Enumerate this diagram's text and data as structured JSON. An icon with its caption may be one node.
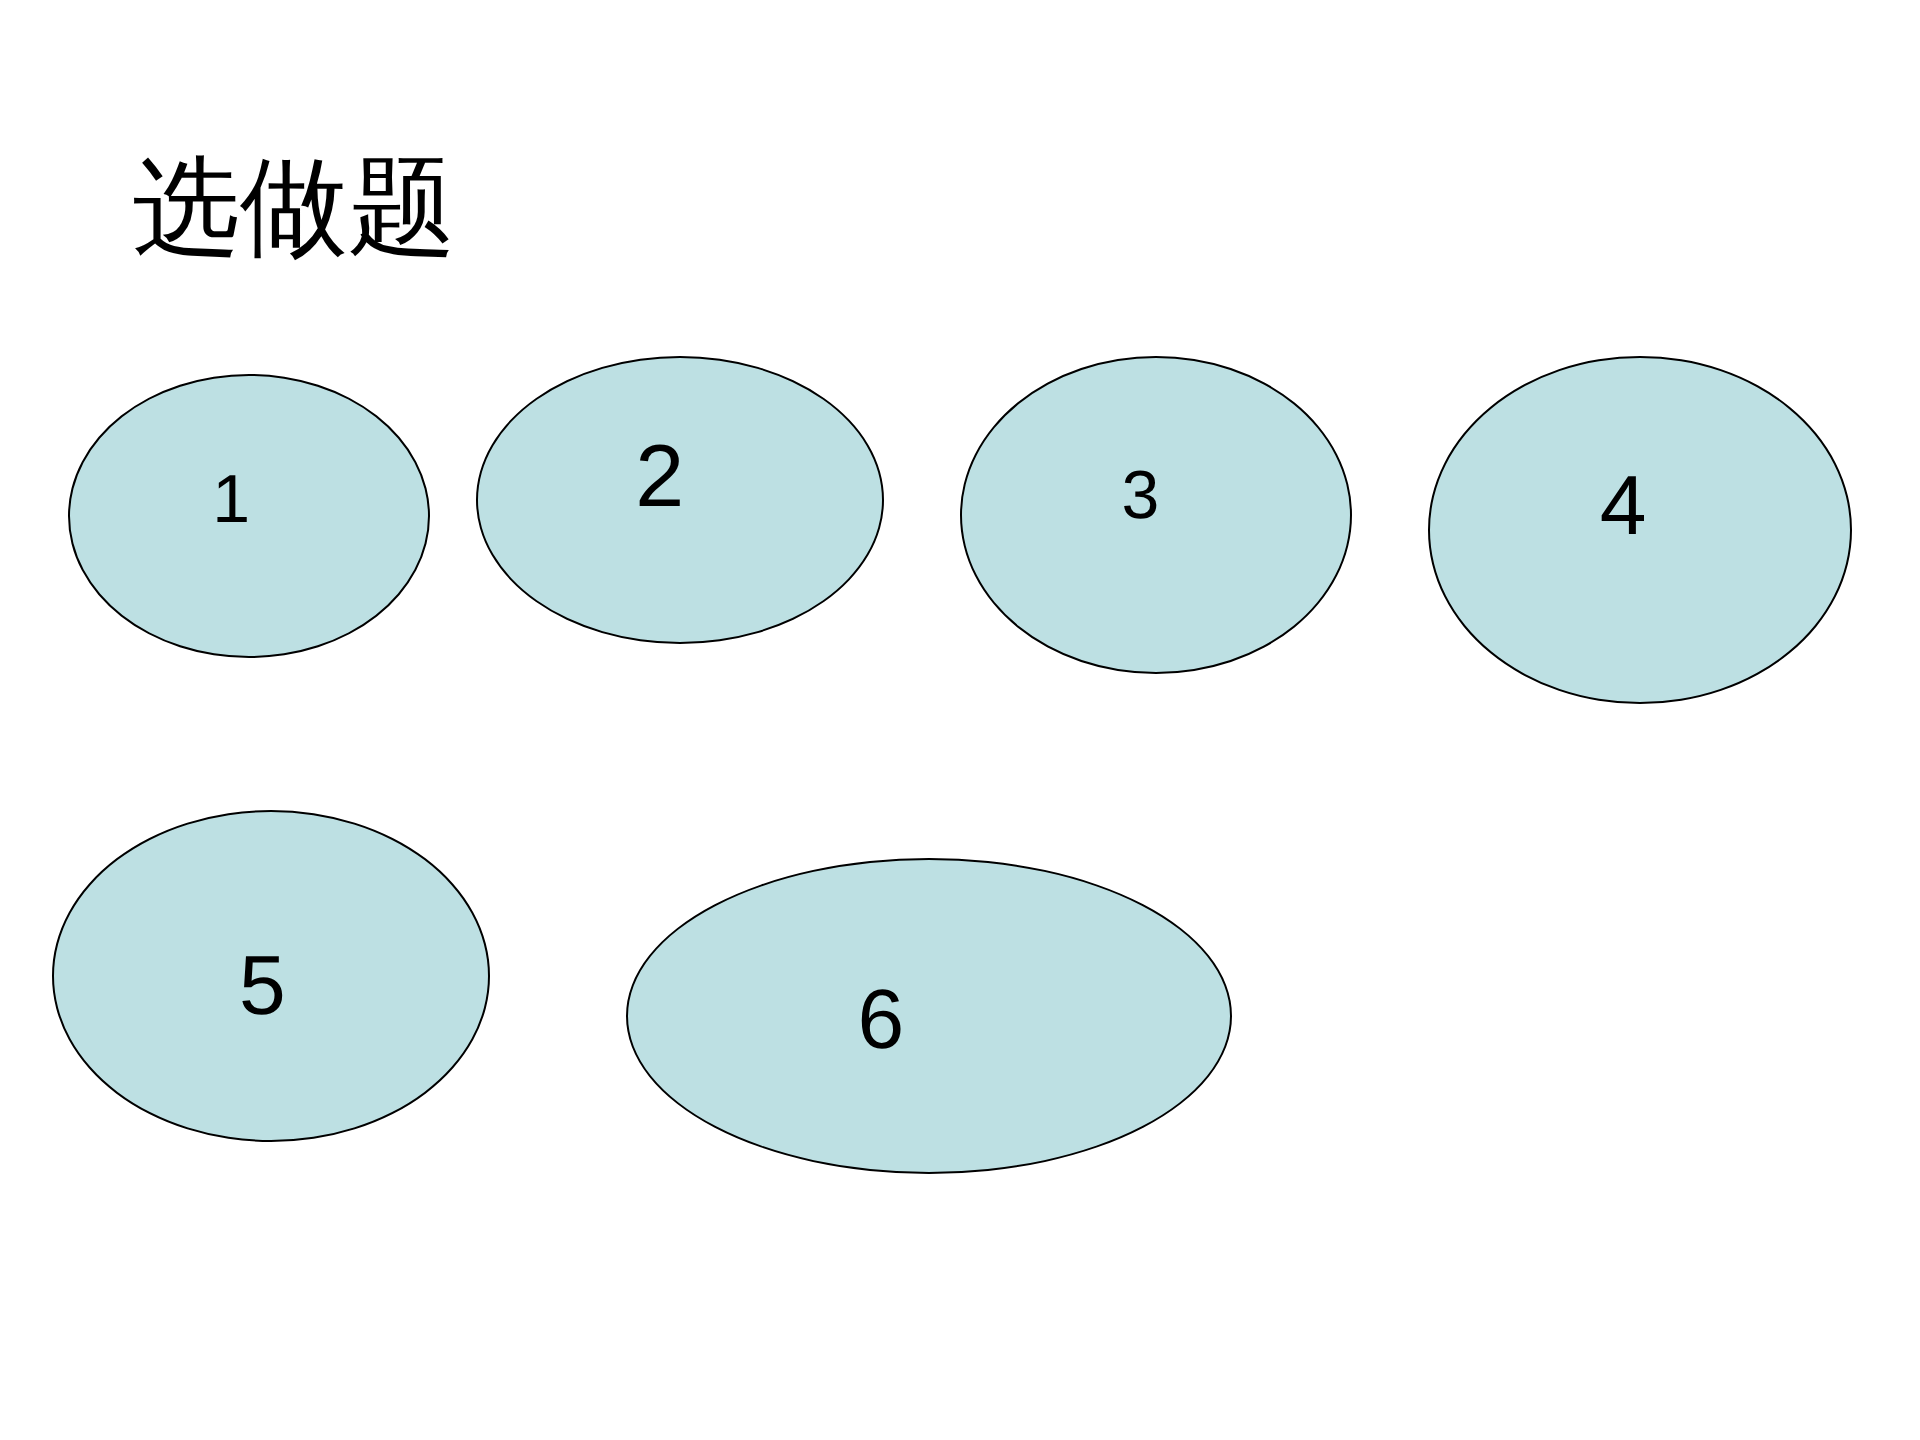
{
  "diagram": {
    "title": "选做题",
    "nodes": [
      {
        "text": [
          "1"
        ]
      },
      {
        "text": [
          "2"
        ]
      },
      {
        "text": [
          "3"
        ]
      },
      {
        "text": [
          "4"
        ]
      },
      {
        "text": [
          "5"
        ]
      },
      {
        "text": [
          "6"
        ]
      }
    ]
  }
}
